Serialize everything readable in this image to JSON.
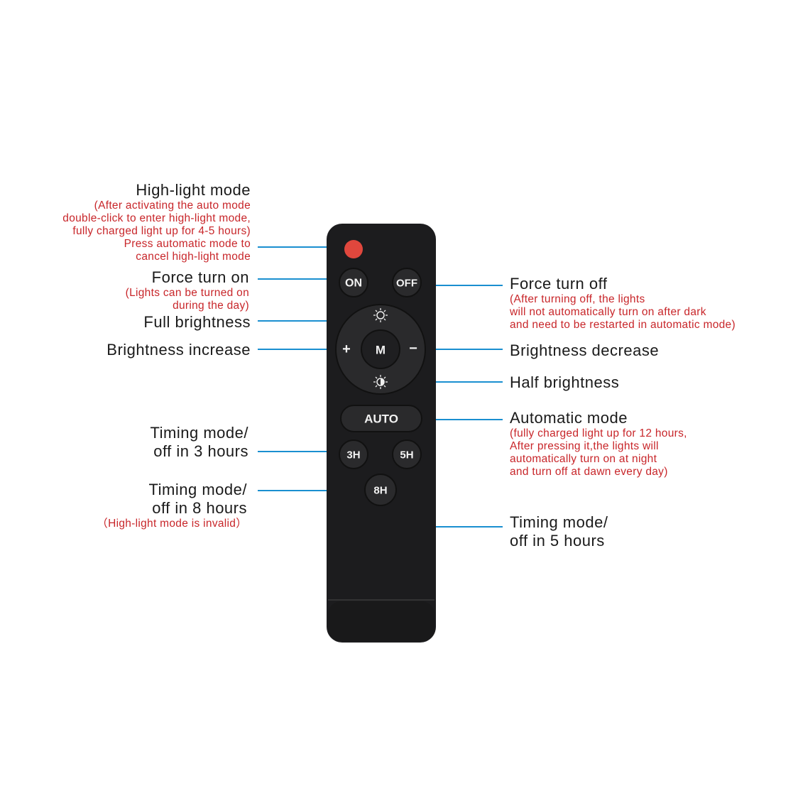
{
  "remote": {
    "buttons": {
      "on": "ON",
      "off": "OFF",
      "m": "M",
      "plus": "+",
      "minus": "−",
      "auto": "AUTO",
      "h3": "3H",
      "h5": "5H",
      "h8": "8H"
    },
    "colors": {
      "body": "#1c1c1e",
      "button": "#2a2a2c",
      "red_button": "#e0473d",
      "line": "#1a8fd0",
      "note": "#c8262a"
    }
  },
  "labels": {
    "high_light": {
      "title": "High-light mode",
      "notes": [
        "(After activating the auto mode",
        "double-click to enter high-light mode,",
        "fully charged light up for 4-5 hours)",
        "Press automatic mode to",
        "cancel high-light mode"
      ]
    },
    "force_on": {
      "title": "Force turn on",
      "notes": [
        "(Lights can be turned on",
        "during the day)"
      ]
    },
    "full_brightness": {
      "title": "Full brightness"
    },
    "brightness_increase": {
      "title": "Brightness increase"
    },
    "timing_3h": {
      "title": [
        "Timing mode/",
        "off in 3 hours"
      ]
    },
    "timing_8h": {
      "title": [
        "Timing mode/",
        "off in 8 hours"
      ],
      "note": "（High-light mode is invalid）"
    },
    "force_off": {
      "title": "Force turn off",
      "notes": [
        "(After turning off, the lights",
        "will not automatically turn on after dark",
        "and need to be restarted in automatic mode)"
      ]
    },
    "brightness_decrease": {
      "title": "Brightness decrease"
    },
    "half_brightness": {
      "title": "Half brightness"
    },
    "automatic": {
      "title": "Automatic mode",
      "notes": [
        "(fully charged light up for 12 hours,",
        "After pressing it,the lights will",
        "automatically turn on at night",
        "and turn off at dawn every day)"
      ]
    },
    "timing_5h": {
      "title": [
        "Timing mode/",
        "off in 5 hours"
      ]
    }
  }
}
